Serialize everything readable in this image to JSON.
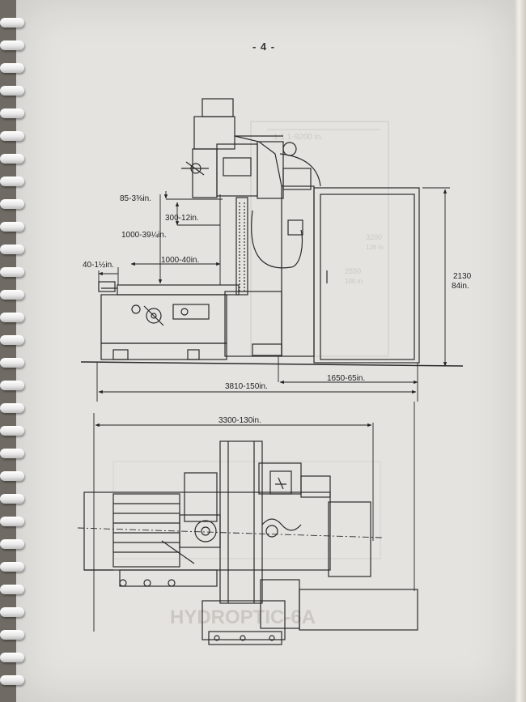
{
  "page_number": "- 4 -",
  "dimensions": {
    "d_85": "85-3⅜in.",
    "d_300": "300-12in.",
    "d_1000_39": "1000-39¼in.",
    "d_40": "40-1½in.",
    "d_1000_40": "1000-40in.",
    "d_2130_mm": "2130",
    "d_2130_in": "84in.",
    "d_1650": "1650-65in.",
    "d_3810": "3810-150in.",
    "d_3300": "3300-130in."
  },
  "bleed_through": {
    "model_name": "HYDROPTIC-6A",
    "d_1": "1.1.1-9200 in.",
    "d_2": "3200",
    "d_3": "126 in.",
    "d_4": "2550",
    "d_5": "100 in."
  }
}
